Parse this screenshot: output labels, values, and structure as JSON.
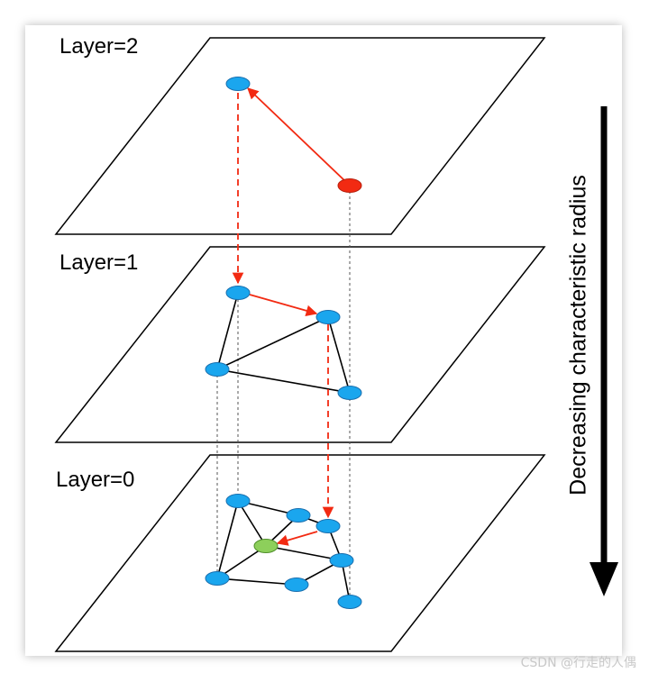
{
  "layers": [
    {
      "label": "Layer=2"
    },
    {
      "label": "Layer=1"
    },
    {
      "label": "Layer=0"
    }
  ],
  "axis_label": "Decreasing characteristic radius",
  "watermark": "CSDN @行走的人偶",
  "colors": {
    "node": "#1aa6ee",
    "entry_node": "#f22a12",
    "target_node": "#8dcf5b",
    "search_path": "#f22a12",
    "edge": "#000000",
    "projection": "#555555"
  }
}
